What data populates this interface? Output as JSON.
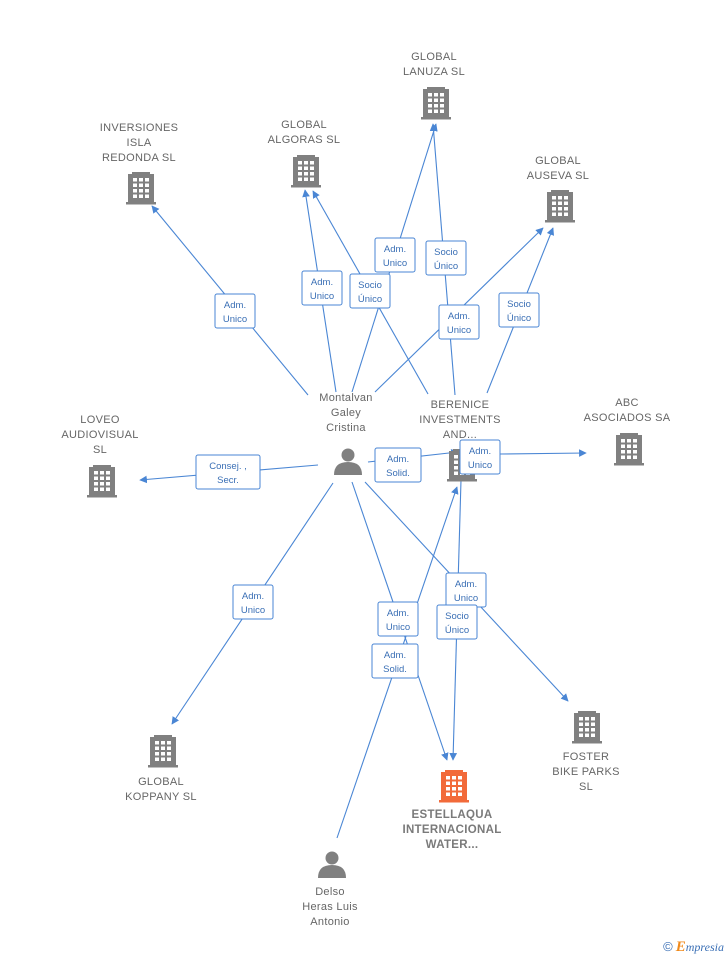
{
  "colors": {
    "edge": "#4a86d4",
    "company": "#808080",
    "company_target": "#f26a3a",
    "person": "#808080"
  },
  "nodes": [
    {
      "id": "global-lanuza",
      "type": "company",
      "lines": [
        "GLOBAL",
        "LANUZA  SL"
      ]
    },
    {
      "id": "inversiones-isla",
      "type": "company",
      "lines": [
        "INVERSIONES",
        "ISLA",
        "REDONDA  SL"
      ]
    },
    {
      "id": "global-algoras",
      "type": "company",
      "lines": [
        "GLOBAL",
        "ALGORAS  SL"
      ]
    },
    {
      "id": "global-auseva",
      "type": "company",
      "lines": [
        "GLOBAL",
        "AUSEVA  SL"
      ]
    },
    {
      "id": "montalvan",
      "type": "person",
      "lines": [
        "Montalvan",
        "Galey",
        "Cristina"
      ]
    },
    {
      "id": "berenice",
      "type": "company",
      "lines": [
        "BERENICE",
        "INVESTMENTS",
        "AND..."
      ]
    },
    {
      "id": "abc-asociados",
      "type": "company",
      "lines": [
        "ABC",
        "ASOCIADOS SA"
      ]
    },
    {
      "id": "loveo",
      "type": "company",
      "lines": [
        "LOVEO",
        "AUDIOVISUAL",
        "SL"
      ]
    },
    {
      "id": "global-koppany",
      "type": "company",
      "lines": [
        "GLOBAL",
        "KOPPANY  SL"
      ]
    },
    {
      "id": "foster",
      "type": "company",
      "lines": [
        "FOSTER",
        "BIKE PARKS",
        "SL"
      ]
    },
    {
      "id": "estellaqua",
      "type": "company_target",
      "lines": [
        "ESTELLAQUA",
        "INTERNACIONAL",
        "WATER..."
      ]
    },
    {
      "id": "delso",
      "type": "person",
      "lines": [
        "Delso",
        "Heras Luis",
        "Antonio"
      ]
    }
  ],
  "relations": [
    {
      "id": "r1",
      "lines": [
        "Adm.",
        "Unico"
      ]
    },
    {
      "id": "r2",
      "lines": [
        "Adm.",
        "Unico"
      ]
    },
    {
      "id": "r3",
      "lines": [
        "Adm.",
        "Unico"
      ]
    },
    {
      "id": "r4",
      "lines": [
        "Socio",
        "Único"
      ]
    },
    {
      "id": "r5",
      "lines": [
        "Socio",
        "Único"
      ]
    },
    {
      "id": "r6",
      "lines": [
        "Adm.",
        "Unico"
      ]
    },
    {
      "id": "r7",
      "lines": [
        "Socio",
        "Único"
      ]
    },
    {
      "id": "r8",
      "lines": [
        "Consej. ,",
        "Secr."
      ]
    },
    {
      "id": "r9",
      "lines": [
        "Adm.",
        "Solid."
      ]
    },
    {
      "id": "r10",
      "lines": [
        "Adm.",
        "Unico"
      ]
    },
    {
      "id": "r11",
      "lines": [
        "Adm.",
        "Unico"
      ]
    },
    {
      "id": "r12",
      "lines": [
        "Adm.",
        "Unico"
      ]
    },
    {
      "id": "r13",
      "lines": [
        "Adm.",
        "Unico"
      ]
    },
    {
      "id": "r14",
      "lines": [
        "Socio",
        "Único"
      ]
    },
    {
      "id": "r15",
      "lines": [
        "Adm.",
        "Solid."
      ]
    }
  ],
  "footer": {
    "copyright": "©",
    "brand_first": "E",
    "brand_rest": "mpresia"
  }
}
